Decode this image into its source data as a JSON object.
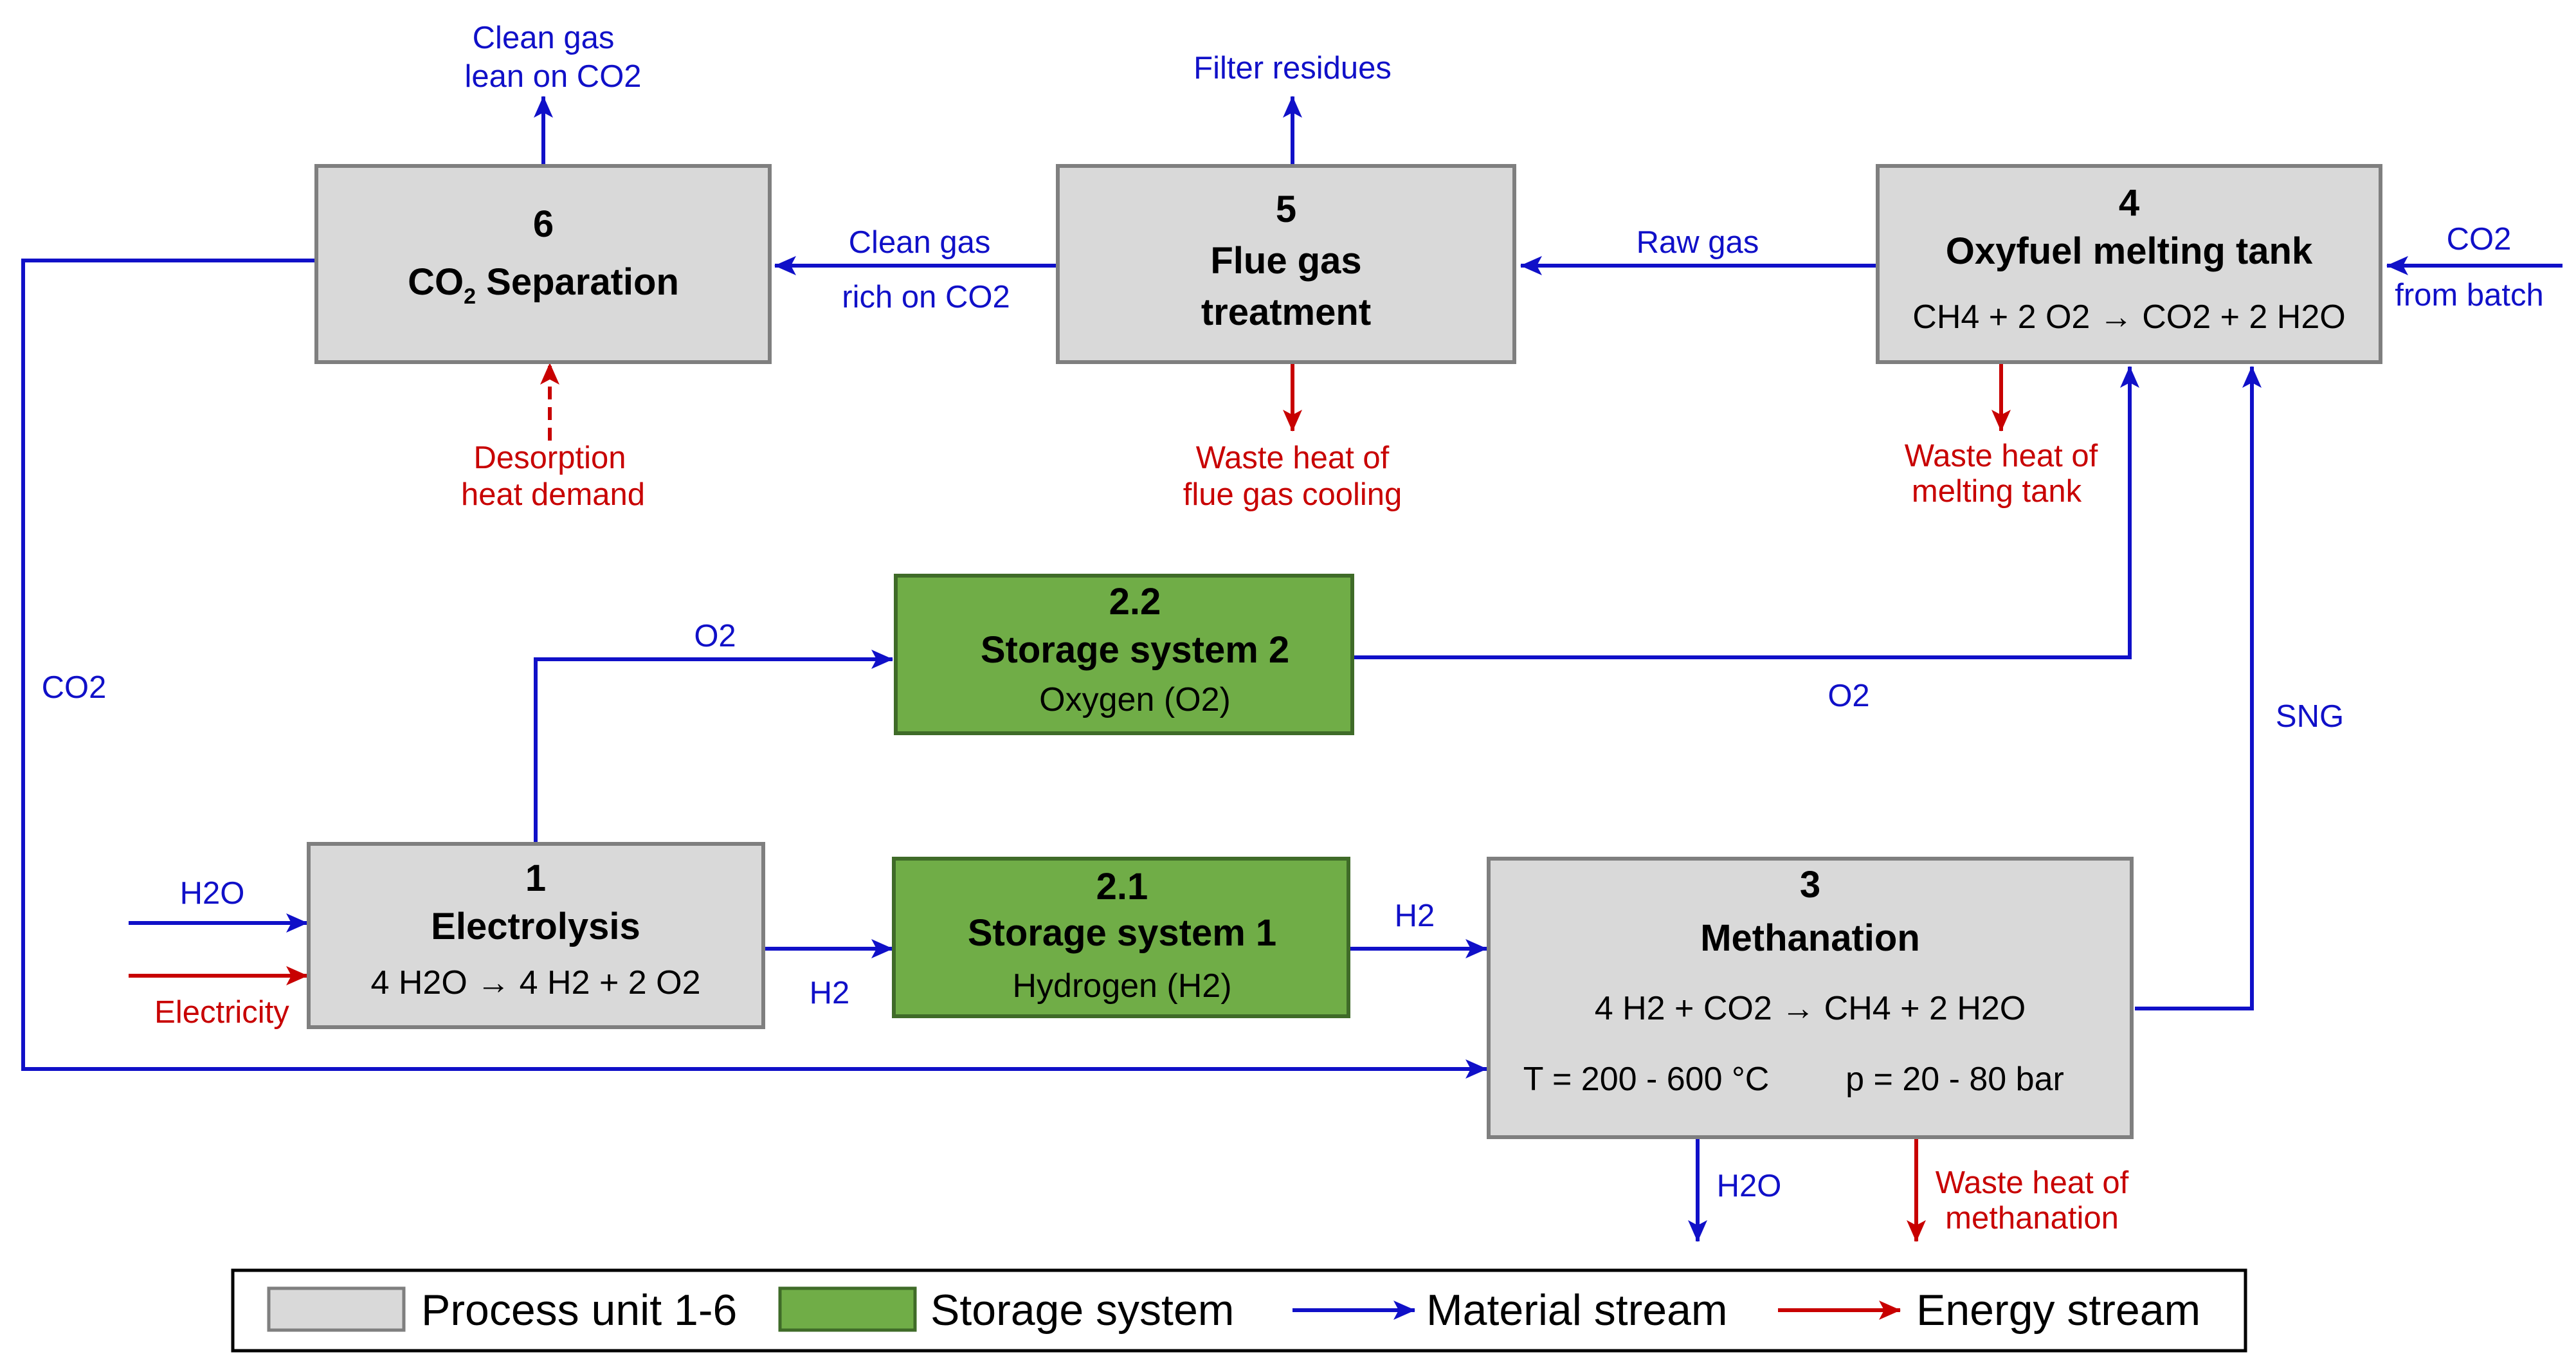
{
  "colors": {
    "process_fill": "#d9d9d9",
    "storage_fill": "#70ad47",
    "material": "#1010c8",
    "energy": "#c80000"
  },
  "units": {
    "u6": {
      "number": "6",
      "title": "CO",
      "title_sub": "2",
      "title_tail": " Separation"
    },
    "u5": {
      "number": "5",
      "line1": "Flue gas",
      "line2": "treatment"
    },
    "u4": {
      "number": "4",
      "title": "Oxyfuel melting tank",
      "equation": "CH4 + 2 O2 → CO2 + 2 H2O"
    },
    "u22": {
      "number": "2.2",
      "title": "Storage system 2",
      "subtitle": "Oxygen (O2)"
    },
    "u1": {
      "number": "1",
      "title": "Electrolysis",
      "equation": "4 H2O → 4 H2 + 2 O2"
    },
    "u21": {
      "number": "2.1",
      "title": "Storage system 1",
      "subtitle": "Hydrogen (H2)"
    },
    "u3": {
      "number": "3",
      "title": "Methanation",
      "equation": "4 H2 + CO2 → CH4 + 2 H2O",
      "conditions_t": "T = 200 - 600 °C",
      "conditions_p": "p = 20 - 80 bar"
    }
  },
  "streams": {
    "clean_gas_lean_1": "Clean gas",
    "clean_gas_lean_2": "lean on CO2",
    "filter_residues": "Filter residues",
    "clean_gas_rich_1": "Clean gas",
    "clean_gas_rich_2": "rich on CO2",
    "raw_gas": "Raw gas",
    "co2_from_batch_1": "CO2",
    "co2_from_batch_2": "from batch",
    "desorption_1": "Desorption",
    "desorption_2": "heat demand",
    "waste_flue_1": "Waste heat of",
    "waste_flue_2": "flue gas cooling",
    "waste_tank_1": "Waste heat of",
    "waste_tank_2": "melting tank",
    "co2_recycle": "CO2",
    "o2_to_storage": "O2",
    "o2_to_tank": "O2",
    "sng": "SNG",
    "h2o_in": "H2O",
    "electricity": "Electricity",
    "h2_to_storage": "H2",
    "h2_to_meth": "H2",
    "h2o_out": "H2O",
    "waste_meth_1": "Waste heat of",
    "waste_meth_2": "methanation"
  },
  "legend": {
    "process_unit": "Process unit 1-6",
    "storage_system": "Storage system",
    "material_stream": "Material stream",
    "energy_stream": "Energy stream"
  }
}
